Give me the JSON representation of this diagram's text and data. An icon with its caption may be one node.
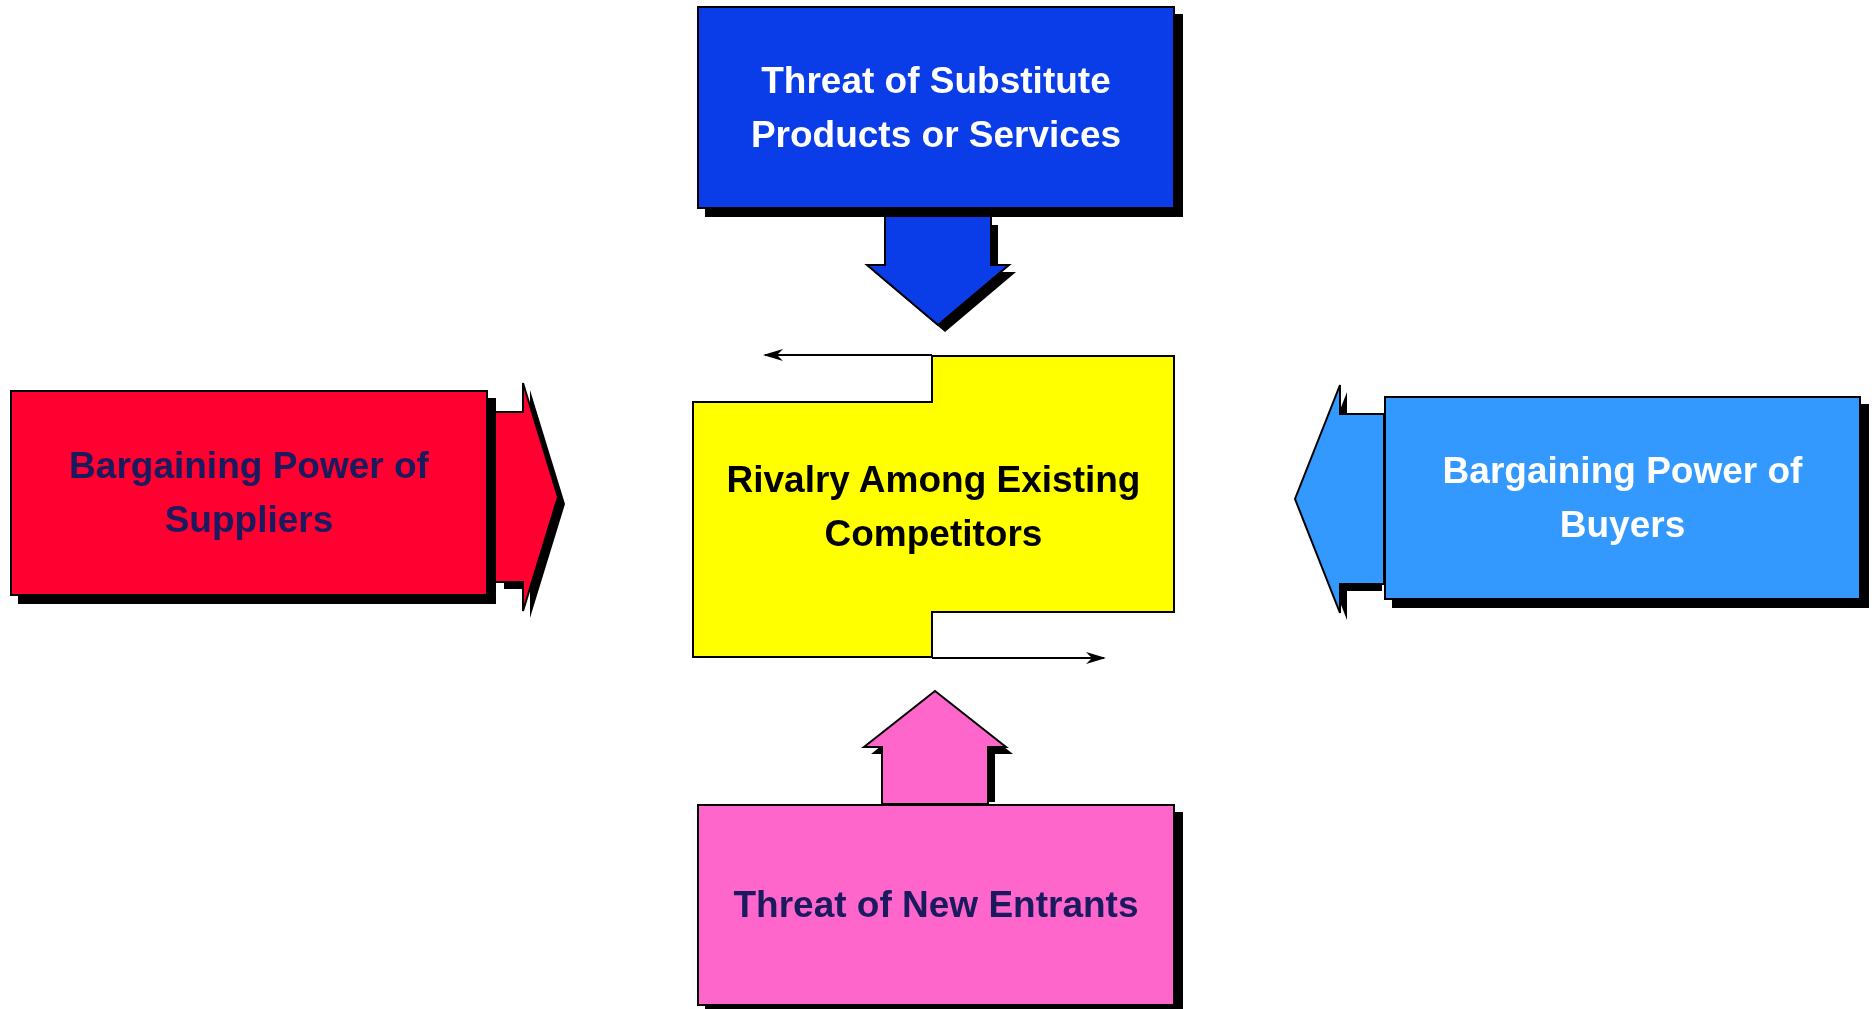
{
  "diagram": {
    "nodes": [
      {
        "text": [
          "Threat of Substitute Products or Services"
        ]
      },
      {
        "text": [
          "Bargaining Power of Suppliers"
        ]
      },
      {
        "text": [
          "Rivalry Among Existing Competitors"
        ]
      },
      {
        "text": [
          "Bargaining Power of Buyers"
        ]
      },
      {
        "text": [
          "Threat of New Entrants"
        ]
      }
    ],
    "edges": [
      {
        "from": 0,
        "to": 2,
        "arrow": "to",
        "style": "thick",
        "color": "#0a3ce8"
      },
      {
        "from": 1,
        "to": 2,
        "arrow": "to",
        "style": "thick",
        "color": "#ff0030"
      },
      {
        "from": 3,
        "to": 2,
        "arrow": "to",
        "style": "thick",
        "color": "#3399ff"
      },
      {
        "from": 4,
        "to": 2,
        "arrow": "to",
        "style": "thick",
        "color": "#ff66cc"
      },
      {
        "from": 2,
        "to": null,
        "arrow": "to"
      },
      {
        "from": 2,
        "to": null,
        "arrow": "to"
      }
    ]
  }
}
